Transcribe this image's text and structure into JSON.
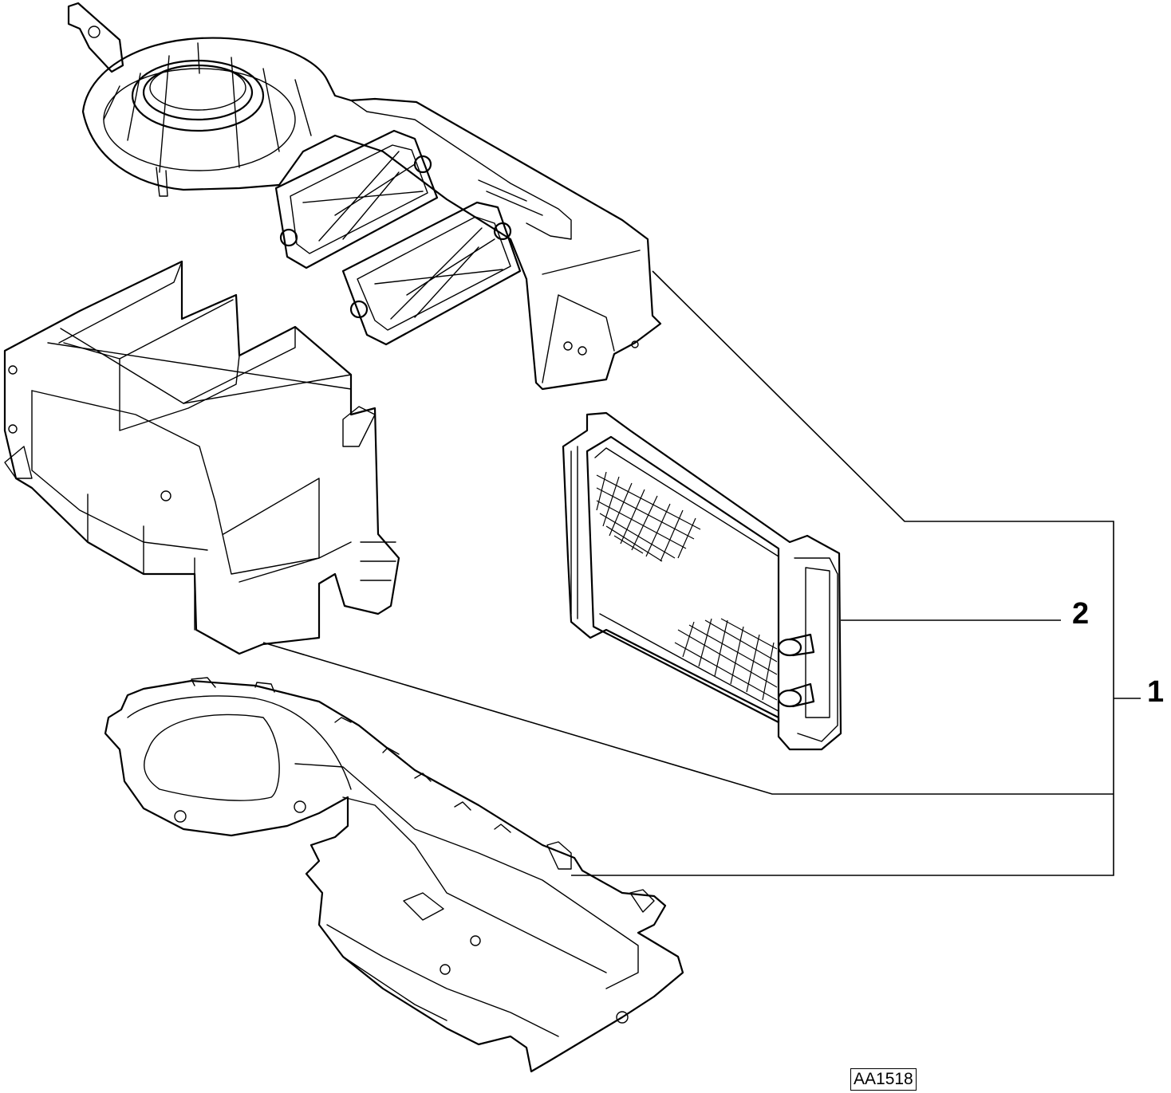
{
  "callouts": [
    {
      "id": "callout-1",
      "text": "1"
    },
    {
      "id": "callout-2",
      "text": "2"
    }
  ],
  "drawing_code": "AA1518",
  "colors": {
    "ink": "#000000",
    "paper": "#ffffff"
  }
}
